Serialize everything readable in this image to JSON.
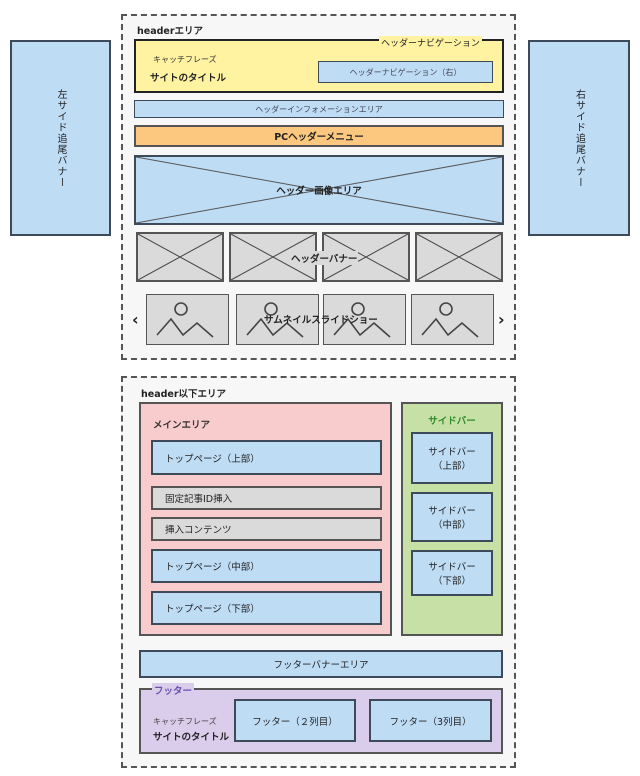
{
  "side_banners": {
    "left": "左サイド追尾バナー",
    "right": "右サイド追尾バナー"
  },
  "header_area": {
    "title": "headerエリア",
    "nav_label": "ヘッダーナビゲーション",
    "catchphrase": "キャッチフレーズ",
    "site_title": "サイトのタイトル",
    "nav_right": "ヘッダーナビゲーション（右）",
    "info_area": "ヘッダーインフォメーションエリア",
    "pc_menu": "PCヘッダーメニュー",
    "header_image": "ヘッダー画像エリア",
    "header_banner": "ヘッダーバナー",
    "slideshow": "サムネイルスライドショー",
    "prev_arrow": "‹",
    "next_arrow": "›"
  },
  "below_header": {
    "title": "header以下エリア",
    "main": {
      "title": "メインエリア",
      "items": [
        "トップページ（上部）",
        "固定記事ID挿入",
        "挿入コンテンツ",
        "トップページ（中部）",
        "トップページ（下部）"
      ]
    },
    "sidebar": {
      "title": "サイドバー",
      "items": [
        {
          "line1": "サイドバー",
          "line2": "（上部）"
        },
        {
          "line1": "サイドバー",
          "line2": "（中部）"
        },
        {
          "line1": "サイドバー",
          "line2": "（下部）"
        }
      ]
    },
    "footer_banner": "フッターバナーエリア",
    "footer": {
      "label": "フッター",
      "catchphrase": "キャッチフレーズ",
      "site_title": "サイトのタイトル",
      "col2": "フッター（２列目）",
      "col3": "フッター（3列目）"
    }
  },
  "colors": {
    "blue": "#bfdcf5",
    "yellow": "#fff2a0",
    "orange": "#fcc77e",
    "pink": "#f8cccc",
    "green": "#c6e0a6",
    "purple": "#d9cdeb",
    "gray": "#dadada"
  }
}
